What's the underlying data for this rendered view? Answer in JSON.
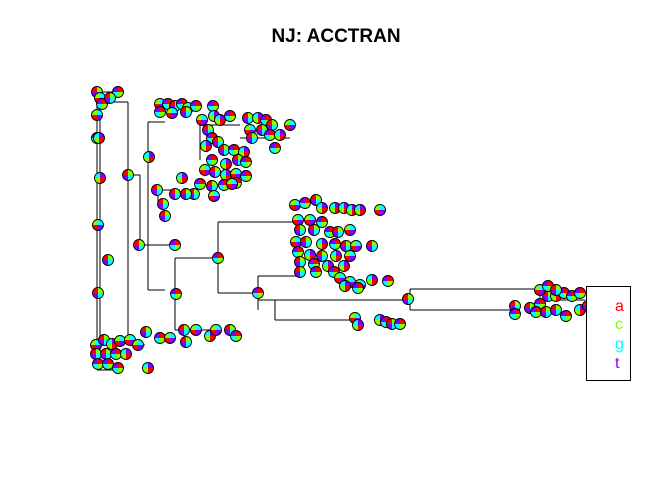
{
  "title": "NJ: ACCTRAN",
  "legend": {
    "items": [
      {
        "label": "a",
        "color": "#ff0000"
      },
      {
        "label": "c",
        "color": "#80ff00"
      },
      {
        "label": "g",
        "color": "#00ffff"
      },
      {
        "label": "t",
        "color": "#8000ff"
      }
    ]
  },
  "pie_colors": [
    "#ff0000",
    "#80ff00",
    "#00ffff",
    "#8000ff"
  ]
}
